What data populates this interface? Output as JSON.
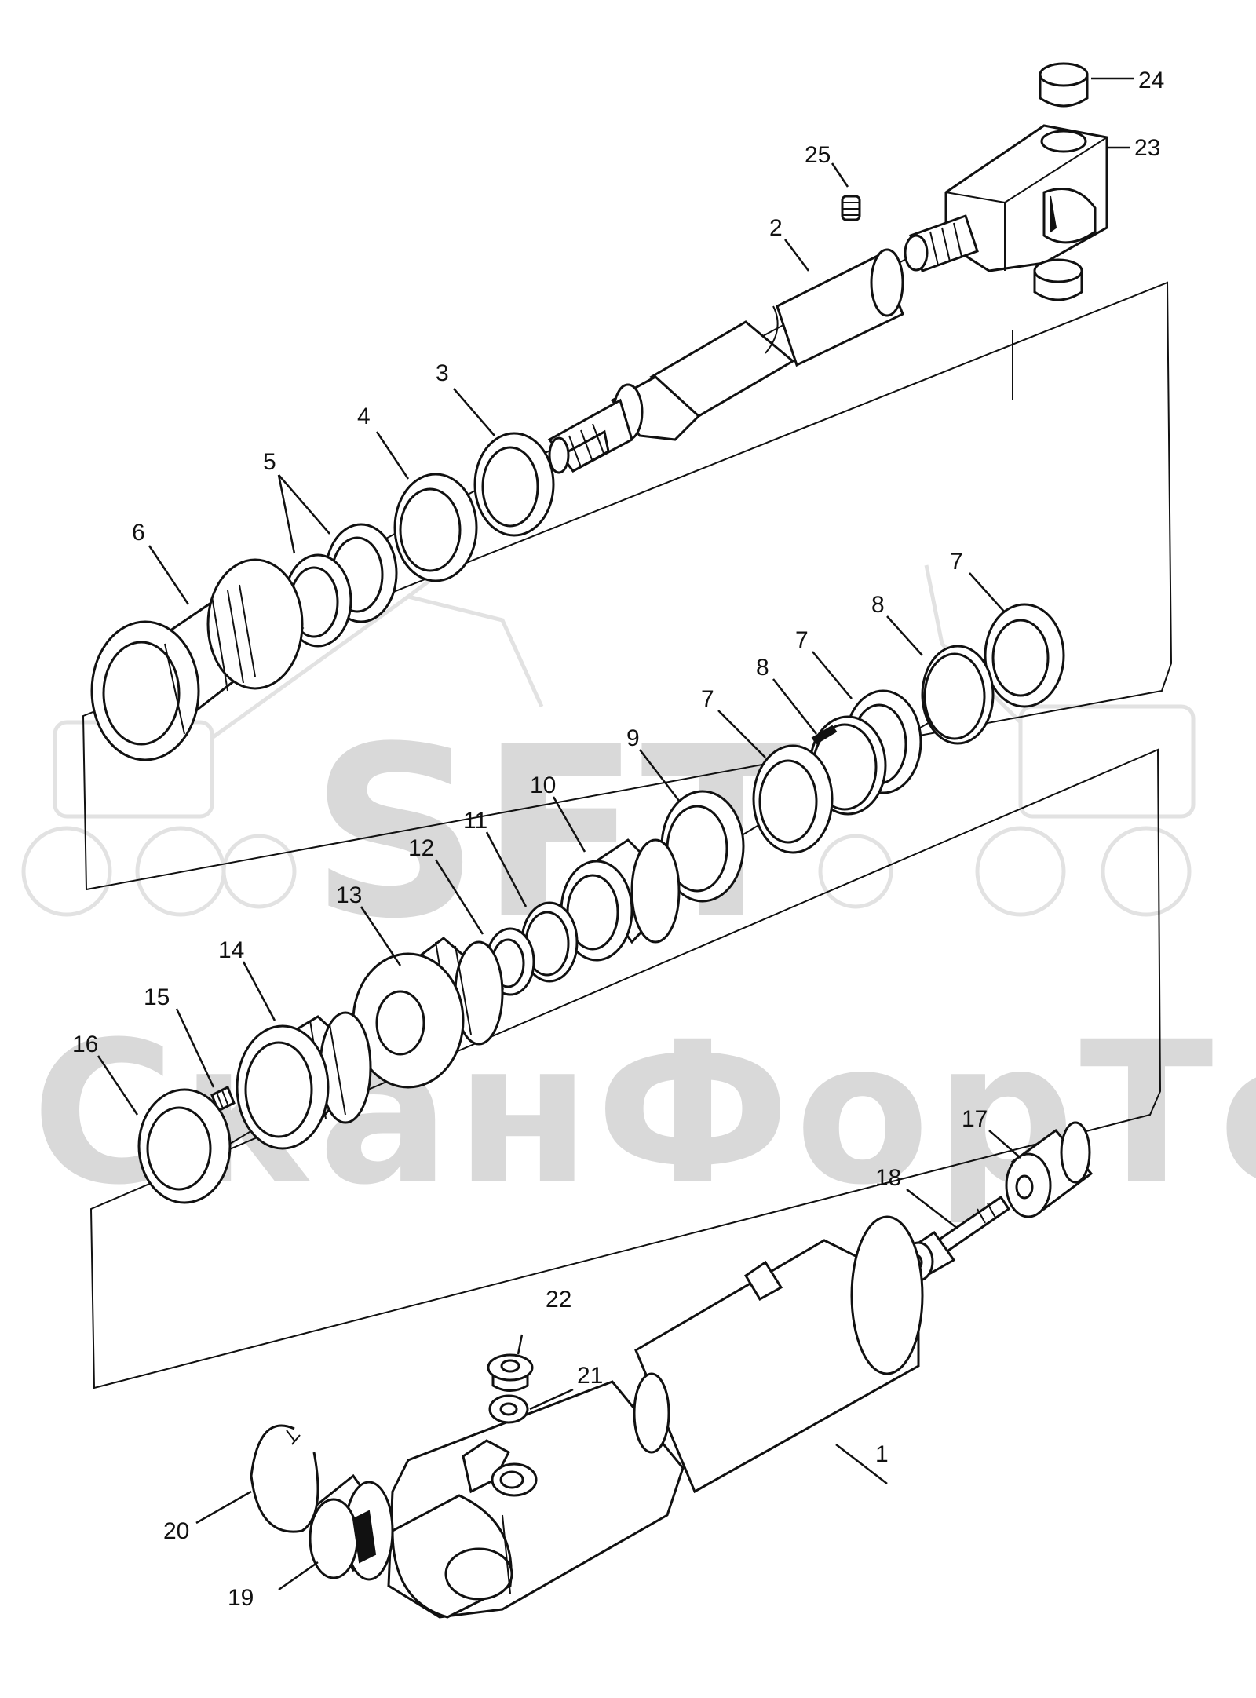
{
  "watermark": {
    "brand": "SFT",
    "company": "СканФорТек"
  },
  "callouts": [
    {
      "id": "1",
      "label": "1"
    },
    {
      "id": "2",
      "label": "2"
    },
    {
      "id": "3",
      "label": "3"
    },
    {
      "id": "4",
      "label": "4"
    },
    {
      "id": "5",
      "label": "5"
    },
    {
      "id": "6",
      "label": "6"
    },
    {
      "id": "7a",
      "label": "7"
    },
    {
      "id": "7b",
      "label": "7"
    },
    {
      "id": "7c",
      "label": "7"
    },
    {
      "id": "8a",
      "label": "8"
    },
    {
      "id": "8b",
      "label": "8"
    },
    {
      "id": "9",
      "label": "9"
    },
    {
      "id": "10",
      "label": "10"
    },
    {
      "id": "11",
      "label": "11"
    },
    {
      "id": "12",
      "label": "12"
    },
    {
      "id": "13",
      "label": "13"
    },
    {
      "id": "14",
      "label": "14"
    },
    {
      "id": "15",
      "label": "15"
    },
    {
      "id": "16",
      "label": "16"
    },
    {
      "id": "17",
      "label": "17"
    },
    {
      "id": "18",
      "label": "18"
    },
    {
      "id": "19",
      "label": "19"
    },
    {
      "id": "20",
      "label": "20"
    },
    {
      "id": "21",
      "label": "21"
    },
    {
      "id": "22",
      "label": "22"
    },
    {
      "id": "23",
      "label": "23"
    },
    {
      "id": "24",
      "label": "24"
    },
    {
      "id": "25",
      "label": "25"
    }
  ]
}
